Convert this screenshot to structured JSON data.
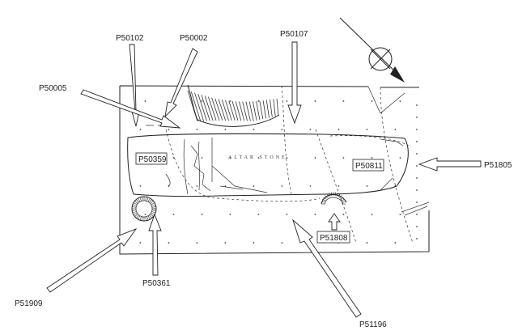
{
  "labels": {
    "p50102": "P50102",
    "p50002": "P50002",
    "p50107": "P50107",
    "p50005": "P50005",
    "p51805": "P51805",
    "p51909": "P51909",
    "p50361": "P50361",
    "p51196": "P51196",
    "p50359": "P50359",
    "p50811": "P50811",
    "p51808": "P51808"
  },
  "stone_inscription": "ALTAR STONE",
  "colors": {
    "ink": "#222222",
    "background": "#ffffff"
  },
  "icons": {
    "north": "north-arrow-icon"
  }
}
